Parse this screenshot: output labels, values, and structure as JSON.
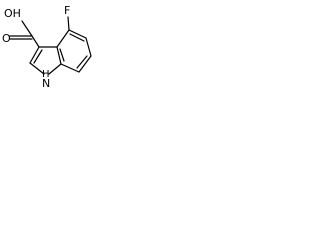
{
  "molecule": {
    "atoms": {
      "hydroxyl": "OH",
      "carbonyl_oxygen": "O",
      "fluorine": "F",
      "nitrogen_hydrogen": "H",
      "nitrogen": "N"
    }
  }
}
